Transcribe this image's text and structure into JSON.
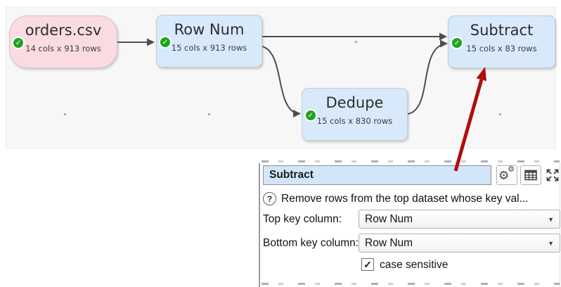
{
  "colors": {
    "canvas_bg": "#f7f7f7",
    "input_node_bg": "#fbdbe2",
    "transform_node_bg": "#d7e9fb",
    "edge": "#4d4d4d",
    "annotation_arrow": "#ae0e0e",
    "status_ok_green": "#1fa41f",
    "name_input_bg": "#d2e6f9"
  },
  "icons": {
    "check": "✓",
    "dropdown": "▼",
    "help": "?",
    "checkbox_check": "✓",
    "gear": "⚙"
  },
  "canvas": {
    "nodes": [
      {
        "title": "orders.csv",
        "subtitle": "14 cols x 913 rows"
      },
      {
        "title": "Row Num",
        "subtitle": "15 cols x 913 rows"
      },
      {
        "title": "Dedupe",
        "subtitle": "15 cols x 830 rows"
      },
      {
        "title": "Subtract",
        "subtitle": "15 cols x 83 rows"
      }
    ]
  },
  "panel": {
    "title_value": "Subtract",
    "help_text": "Remove rows from the top dataset whose key val...",
    "fields": [
      {
        "label": "Top key column:",
        "value": "Row Num"
      },
      {
        "label": "Bottom key column:",
        "value": "Row Num"
      }
    ],
    "checkbox_label": "case sensitive",
    "checkbox_checked": true
  }
}
